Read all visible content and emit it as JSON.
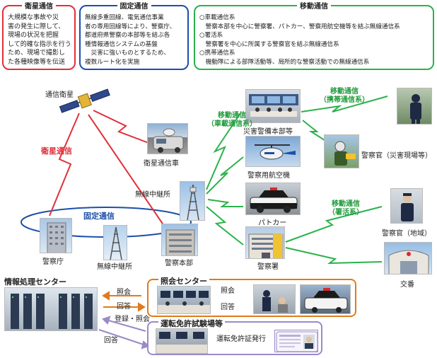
{
  "colors": {
    "satellite": "#e0303a",
    "fixed": "#1d4fa8",
    "mobile": "#2bb24c",
    "info": "#e07a1a",
    "license": "#9a8ac8"
  },
  "boxes": {
    "satellite": {
      "title": "衛星通信",
      "lines": [
        "大規模な事故や災",
        "害の発生に際して、",
        "現場の状況を把握",
        "して的確な指示を行う",
        "ため、現場で撮影し",
        "た各種映像等を伝送"
      ]
    },
    "fixed": {
      "title": "固定通信",
      "lines": [
        "無線多重回線、電気通信事業",
        "者の専用回線等により、警察庁、",
        "都道府県警察の本部等を結ぶ各",
        "種情報通信システムの基盤",
        "　災害に強いものとするため、",
        "複数ルート化を実施"
      ]
    },
    "mobile": {
      "title": "移動通信",
      "lines": [
        "○車載通信系",
        "　警察本部を中心に警察署、パトカー、警察用航空機等を結ぶ無線通信系",
        "○署活系",
        "　警察署を中心に所属する警察官を結ぶ無線通信系",
        "○携帯通信系",
        "　機動隊による部隊活動等、局所的な警察活動での無線通信系"
      ]
    }
  },
  "labels": {
    "satellite": "通信衛星",
    "satellite_comm": "衛星通信",
    "sat_car": "衛星通信車",
    "relay_top": "無線中継所",
    "relay_bottom": "無線中継所",
    "fixed_comm": "固定通信",
    "npa": "警察庁",
    "hq": "警察本部",
    "disaster_hq": "災害警備本部等",
    "aircraft": "警察用航空機",
    "patrol_car": "パトカー",
    "station": "警察署",
    "officer_site": "警察官（災害現場等）",
    "officer_area": "警察官（地域）",
    "koban": "交番",
    "mobile_vehicle": [
      "移動通信",
      "（車載通信系）"
    ],
    "mobile_portable": [
      "移動通信",
      "（携帯通信系）"
    ],
    "mobile_station": [
      "移動通信",
      "（署活系）"
    ]
  },
  "info_center": {
    "title": "情報処理センター"
  },
  "inquiry_center": {
    "title": "照会センター"
  },
  "license_center": {
    "title": "運転免許試験場等",
    "issue": "運転免許証発行"
  },
  "arrows": {
    "inquiry_left": "照会",
    "answer_left": "回答",
    "inquiry_right": "照会",
    "answer_right": "回答",
    "register_inquiry": "登録・照会",
    "answer_bottom": "回答"
  }
}
